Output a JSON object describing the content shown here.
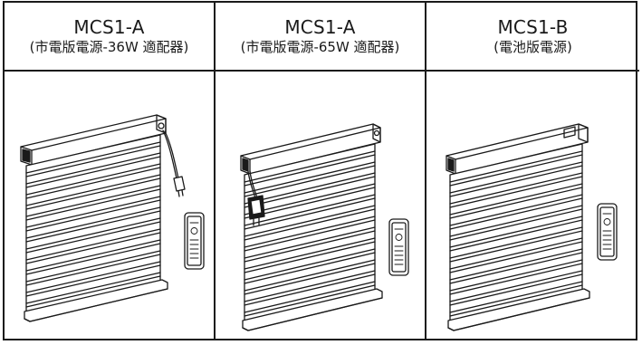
{
  "columns": [
    {
      "model": "MCS1-A",
      "power": "(市電版電源-36W 適配器)"
    },
    {
      "model": "MCS1-A",
      "power": "(市電版電源-65W 適配器)"
    },
    {
      "model": "MCS1-B",
      "power": "(電池版電源)"
    }
  ],
  "illustrations": [
    {
      "icon": "blind-with-plug-adapter-icon"
    },
    {
      "icon": "blind-with-wall-adapter-icon"
    },
    {
      "icon": "blind-battery-icon"
    }
  ],
  "colors": {
    "border": "#1a1a1a",
    "line": "#1a1a1a",
    "background": "#ffffff"
  }
}
